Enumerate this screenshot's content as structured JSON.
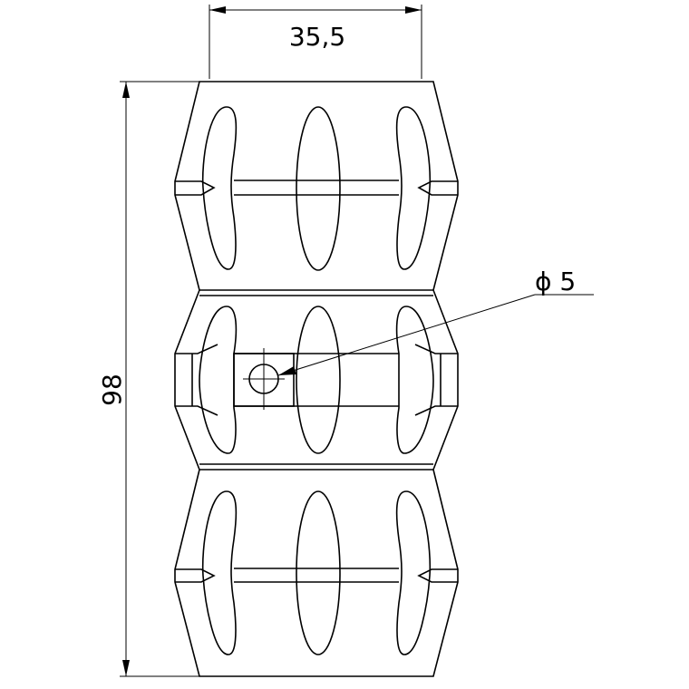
{
  "drawing": {
    "dimensions": {
      "width_label": "35,5",
      "height_label": "98",
      "hole_label": "ϕ 5"
    },
    "line_color": "#000000",
    "background_color": "#ffffff"
  }
}
